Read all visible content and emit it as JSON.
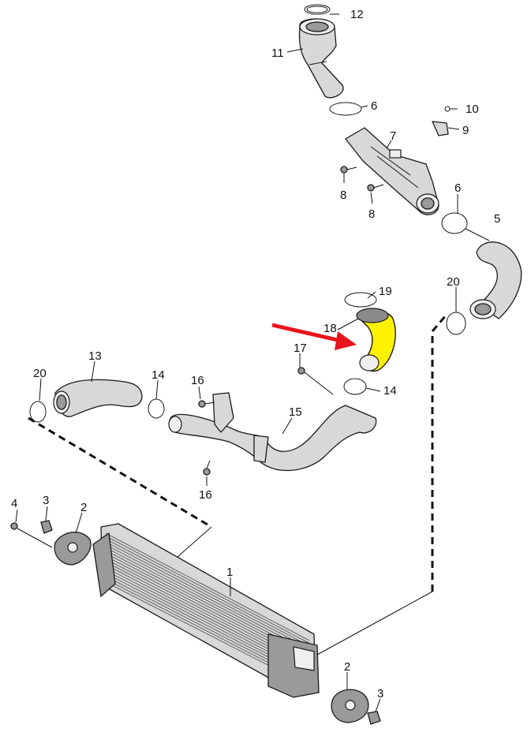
{
  "colors": {
    "highlight": "#fff200",
    "arrow": "#e8141c",
    "line": "#111111",
    "part_fill": "#d8d8d8"
  },
  "callouts": {
    "c1": "1",
    "c2a": "2",
    "c2b": "2",
    "c3a": "3",
    "c3b": "3",
    "c4": "4",
    "c5": "5",
    "c6a": "6",
    "c6b": "6",
    "c7": "7",
    "c8a": "8",
    "c8b": "8",
    "c9": "9",
    "c10": "10",
    "c11": "11",
    "c12": "12",
    "c13": "13",
    "c14a": "14",
    "c14b": "14",
    "c15": "15",
    "c16a": "16",
    "c16b": "16",
    "c17": "17",
    "c18": "18",
    "c19": "19",
    "c20a": "20",
    "c20b": "20"
  },
  "highlighted_part": "18",
  "icons": {
    "pointer": "red-arrow-icon"
  }
}
